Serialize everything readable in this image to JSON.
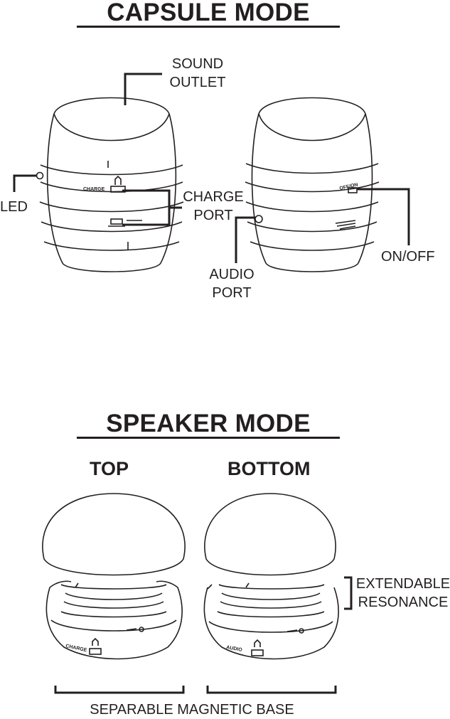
{
  "capsule": {
    "title": "CAPSULE MODE",
    "labels": {
      "sound_outlet": [
        "SOUND",
        "OUTLET"
      ],
      "led": "LED",
      "charge_port": [
        "CHARGE",
        "PORT"
      ],
      "audio_port": [
        "AUDIO",
        "PORT"
      ],
      "on_off": "ON/OFF"
    },
    "markings": {
      "charge": "CHARGE",
      "off_on": "OFF/ON"
    }
  },
  "speaker": {
    "title": "SPEAKER MODE",
    "top": "TOP",
    "bottom": "BOTTOM",
    "labels": {
      "extendable_resonance": [
        "EXTENDABLE",
        "RESONANCE"
      ],
      "separable_magnetic_base": "SEPARABLE MAGNETIC BASE"
    },
    "markings": {
      "charge": "CHARGE",
      "audio": "AUDIO"
    }
  },
  "colors": {
    "ink": "#231f20",
    "paper": "#ffffff"
  }
}
